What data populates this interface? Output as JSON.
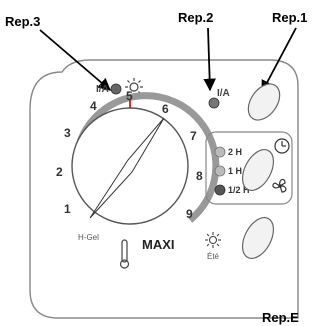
{
  "callouts": {
    "rep1": "Rep.1",
    "rep2": "Rep.2",
    "rep3": "Rep.3",
    "repE": "Rep.E"
  },
  "dial": {
    "numbers": [
      "1",
      "2",
      "3",
      "4",
      "5",
      "6",
      "7",
      "8",
      "9"
    ],
    "h_gel": "H-Gel",
    "maxi": "MAXI"
  },
  "onoff_label": "I/A",
  "onoff_label_left": "I/A",
  "timer": {
    "h2": "2 H",
    "h1": "1 H",
    "h_half": "1/2 H"
  },
  "ete_label": "Été"
}
